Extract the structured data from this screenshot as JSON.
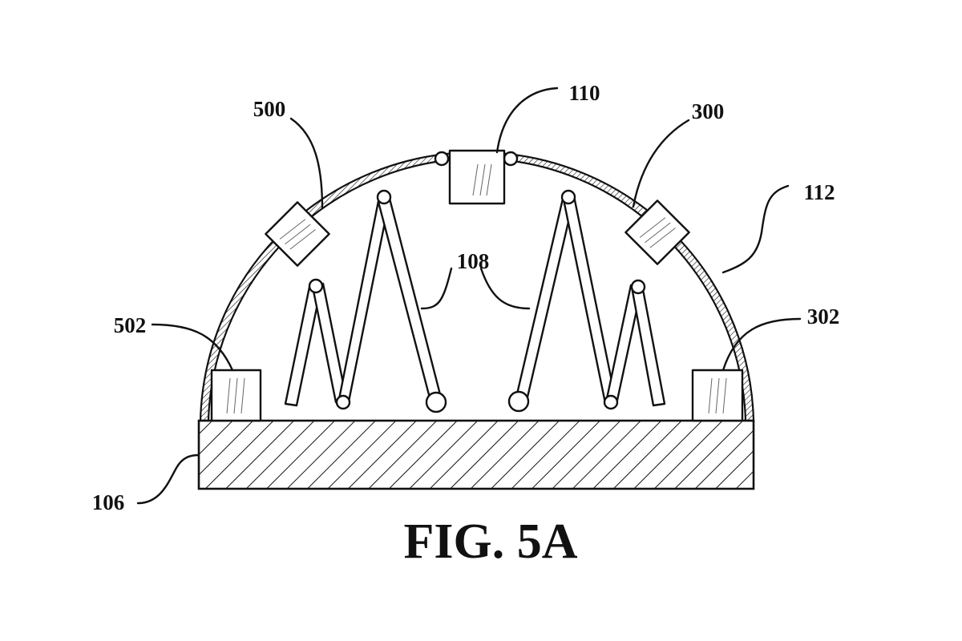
{
  "figure": {
    "caption": "FIG. 5A",
    "labels": {
      "l106": "106",
      "l108": "108",
      "l110": "110",
      "l112": "112",
      "l300": "300",
      "l302": "302",
      "l500": "500",
      "l502": "502"
    }
  },
  "colors": {
    "ink": "#111111",
    "background": "#ffffff"
  }
}
